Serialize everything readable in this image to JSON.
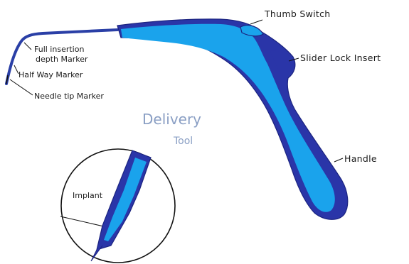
{
  "diagram": {
    "title_line1": "Delivery",
    "title_line2": "Tool",
    "labels": {
      "thumb_switch": "Thumb Switch",
      "slider_lock_insert": "Slider Lock Insert",
      "handle": "Handle",
      "full_insertion_line1": "Full insertion",
      "full_insertion_line2": "depth Marker",
      "half_way_marker": "Half Way Marker",
      "needle_tip_marker": "Needle tip Marker",
      "implant": "Implant"
    },
    "colors": {
      "body_dark": "#2a35a8",
      "body_light": "#1aa3ec",
      "needle": "#2a3fa6",
      "outline": "#101010",
      "title": "#8a9fc4"
    }
  }
}
